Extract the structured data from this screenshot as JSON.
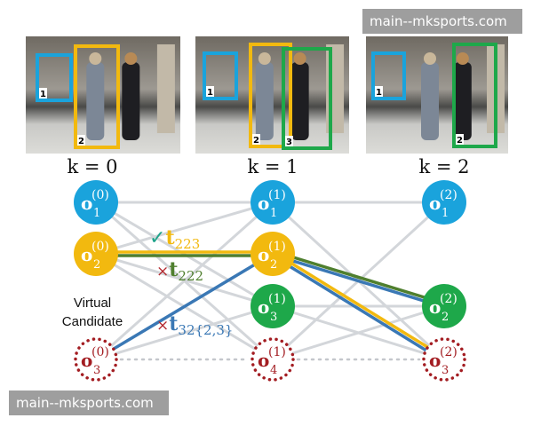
{
  "watermarks": [
    "main--mksports.com",
    "main--mksports.com"
  ],
  "frames": [
    {
      "label": "k = 0",
      "boxes": [
        {
          "id": "1",
          "color": "#1aa3dc"
        },
        {
          "id": "2",
          "color": "#f2b90f"
        }
      ]
    },
    {
      "label": "k = 1",
      "boxes": [
        {
          "id": "1",
          "color": "#1aa3dc"
        },
        {
          "id": "2",
          "color": "#f2b90f"
        },
        {
          "id": "3",
          "color": "#1ea84a"
        }
      ]
    },
    {
      "label": "k = 2",
      "boxes": [
        {
          "id": "1",
          "color": "#1aa3dc"
        },
        {
          "id": "2",
          "color": "#1ea84a"
        }
      ]
    }
  ],
  "nodes": [
    {
      "id": "o1_0",
      "sub": "1",
      "sup": "(0)",
      "col": 0,
      "row": 0,
      "color": "#1aa3dc",
      "virtual": false
    },
    {
      "id": "o2_0",
      "sub": "2",
      "sup": "(0)",
      "col": 0,
      "row": 1,
      "color": "#f2b90f",
      "virtual": false
    },
    {
      "id": "o3_0",
      "sub": "3",
      "sup": "(0)",
      "col": 0,
      "row": 3,
      "color": "#a31d22",
      "virtual": true
    },
    {
      "id": "o1_1",
      "sub": "1",
      "sup": "(1)",
      "col": 1,
      "row": 0,
      "color": "#1aa3dc",
      "virtual": false
    },
    {
      "id": "o2_1",
      "sub": "2",
      "sup": "(1)",
      "col": 1,
      "row": 1,
      "color": "#f2b90f",
      "virtual": false
    },
    {
      "id": "o3_1",
      "sub": "3",
      "sup": "(1)",
      "col": 1,
      "row": 2,
      "color": "#1ea84a",
      "virtual": false
    },
    {
      "id": "o4_1",
      "sub": "4",
      "sup": "(1)",
      "col": 1,
      "row": 3,
      "color": "#a31d22",
      "virtual": true
    },
    {
      "id": "o1_2",
      "sub": "1",
      "sup": "(2)",
      "col": 2,
      "row": 0,
      "color": "#1aa3dc",
      "virtual": false
    },
    {
      "id": "o2_2",
      "sub": "2",
      "sup": "(2)",
      "col": 2,
      "row": 2,
      "color": "#1ea84a",
      "virtual": false
    },
    {
      "id": "o3_2",
      "sub": "3",
      "sup": "(2)",
      "col": 2,
      "row": 3,
      "color": "#a31d22",
      "virtual": true
    }
  ],
  "gray_edges": [
    [
      "o1_0",
      "o1_1"
    ],
    [
      "o1_0",
      "o3_1"
    ],
    [
      "o2_0",
      "o1_1"
    ],
    [
      "o2_0",
      "o4_1"
    ],
    [
      "o2_0",
      "o3_1"
    ],
    [
      "o3_0",
      "o1_1"
    ],
    [
      "o3_0",
      "o3_1"
    ],
    [
      "o1_0",
      "o4_1"
    ],
    [
      "o1_1",
      "o1_2"
    ],
    [
      "o1_1",
      "o3_2"
    ],
    [
      "o3_1",
      "o2_2"
    ],
    [
      "o3_1",
      "o3_2"
    ],
    [
      "o4_1",
      "o1_2"
    ],
    [
      "o4_1",
      "o2_2"
    ]
  ],
  "dotted_edges": [
    [
      "o3_0",
      "o4_1"
    ],
    [
      "o4_1",
      "o3_2"
    ]
  ],
  "colored_edges": [
    {
      "from": "o2_0",
      "to": "o2_1",
      "color": "#f2b90f",
      "offset": -2
    },
    {
      "from": "o2_0",
      "to": "o2_1",
      "color": "#4f7f2e",
      "offset": 2
    },
    {
      "from": "o3_0",
      "to": "o2_1",
      "color": "#3a78b5",
      "offset": 0
    },
    {
      "from": "o2_1",
      "to": "o2_2",
      "color": "#4f7f2e",
      "offset": -3
    },
    {
      "from": "o2_1",
      "to": "o2_2",
      "color": "#3a78b5",
      "offset": 1
    },
    {
      "from": "o2_1",
      "to": "o3_2",
      "color": "#f2b90f",
      "offset": -2
    },
    {
      "from": "o2_1",
      "to": "o3_2",
      "color": "#3a78b5",
      "offset": 2
    }
  ],
  "annotations": [
    {
      "mark": "✓",
      "mark_color": "#1fa38a",
      "t": "t",
      "sub": "223",
      "color": "#f2b90f"
    },
    {
      "mark": "×",
      "mark_color": "#b3272d",
      "t": "t",
      "sub": "222",
      "color": "#4f7f2e"
    },
    {
      "mark": "×",
      "mark_color": "#b3272d",
      "t": "t",
      "sub": "32{2,3}",
      "color": "#3a78b5"
    }
  ],
  "virtual_label": [
    "Virtual",
    "Candidate"
  ]
}
